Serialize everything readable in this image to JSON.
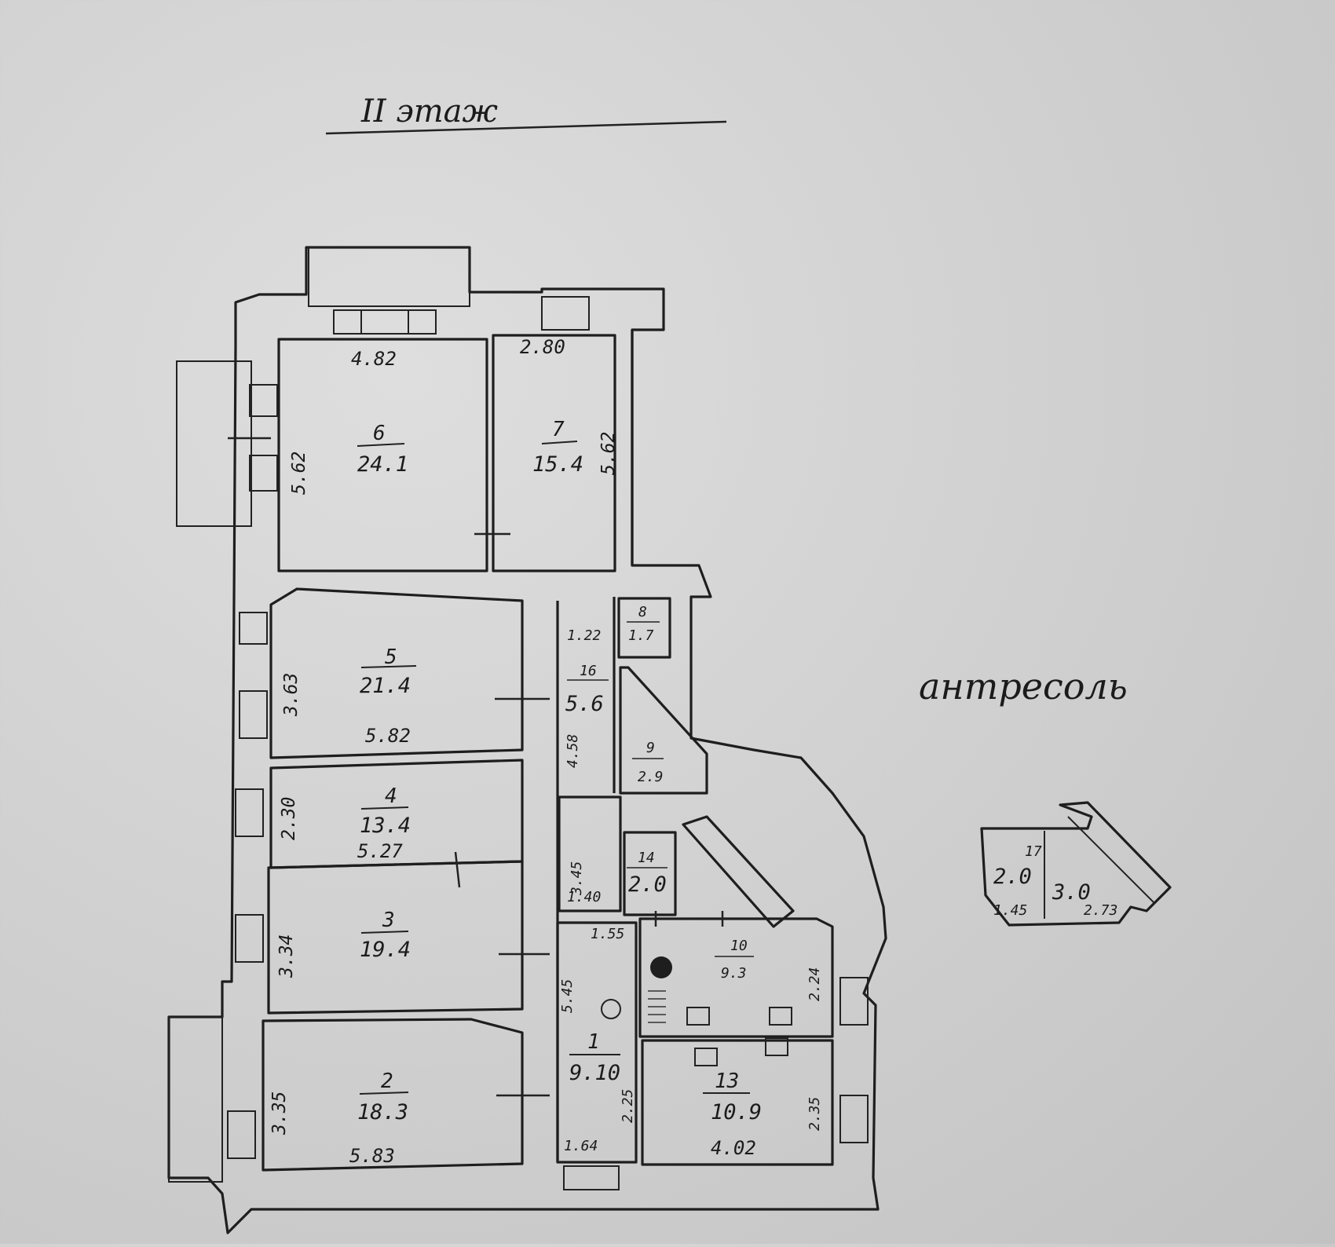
{
  "title": "II этаж",
  "mezzanine_label": "антресоль",
  "rooms": {
    "r6": {
      "num": "6",
      "area": "24.1",
      "width": "4.82",
      "depth": "5.62"
    },
    "r7": {
      "num": "7",
      "area": "15.4",
      "width": "2.80",
      "depth": "5.62"
    },
    "r5": {
      "num": "5",
      "area": "21.4",
      "width": "5.82",
      "depth": "3.63"
    },
    "r4": {
      "num": "4",
      "area": "13.4",
      "width": "5.27",
      "depth": "2.30"
    },
    "r3": {
      "num": "3",
      "area": "19.4",
      "depth": "3.34"
    },
    "r2": {
      "num": "2",
      "area": "18.3",
      "width": "5.83",
      "depth": "3.35"
    },
    "r8": {
      "num": "8",
      "area": "1.7",
      "side": "1.22"
    },
    "r16": {
      "num": "16",
      "area": "5.6",
      "depth": "4.58"
    },
    "r9": {
      "num": "9",
      "area": "2.9"
    },
    "r14": {
      "num": "14",
      "area": "2.0",
      "side_a": "3.45",
      "side_b": "1.40"
    },
    "r10": {
      "num": "10",
      "area": "9.3",
      "depth": "2.24"
    },
    "r1": {
      "num": "1",
      "area": "9.10",
      "side_a": "5.45",
      "side_b": "1.55",
      "side_c": "1.64",
      "side_d": "2.25"
    },
    "r13": {
      "num": "13",
      "area": "10.9",
      "width": "4.02",
      "depth": "2.35"
    }
  },
  "mezzanine_rooms": {
    "m1": {
      "num": "17",
      "area": "2.0",
      "width": "1.45"
    },
    "m2": {
      "area": "3.0",
      "width": "2.73"
    }
  }
}
